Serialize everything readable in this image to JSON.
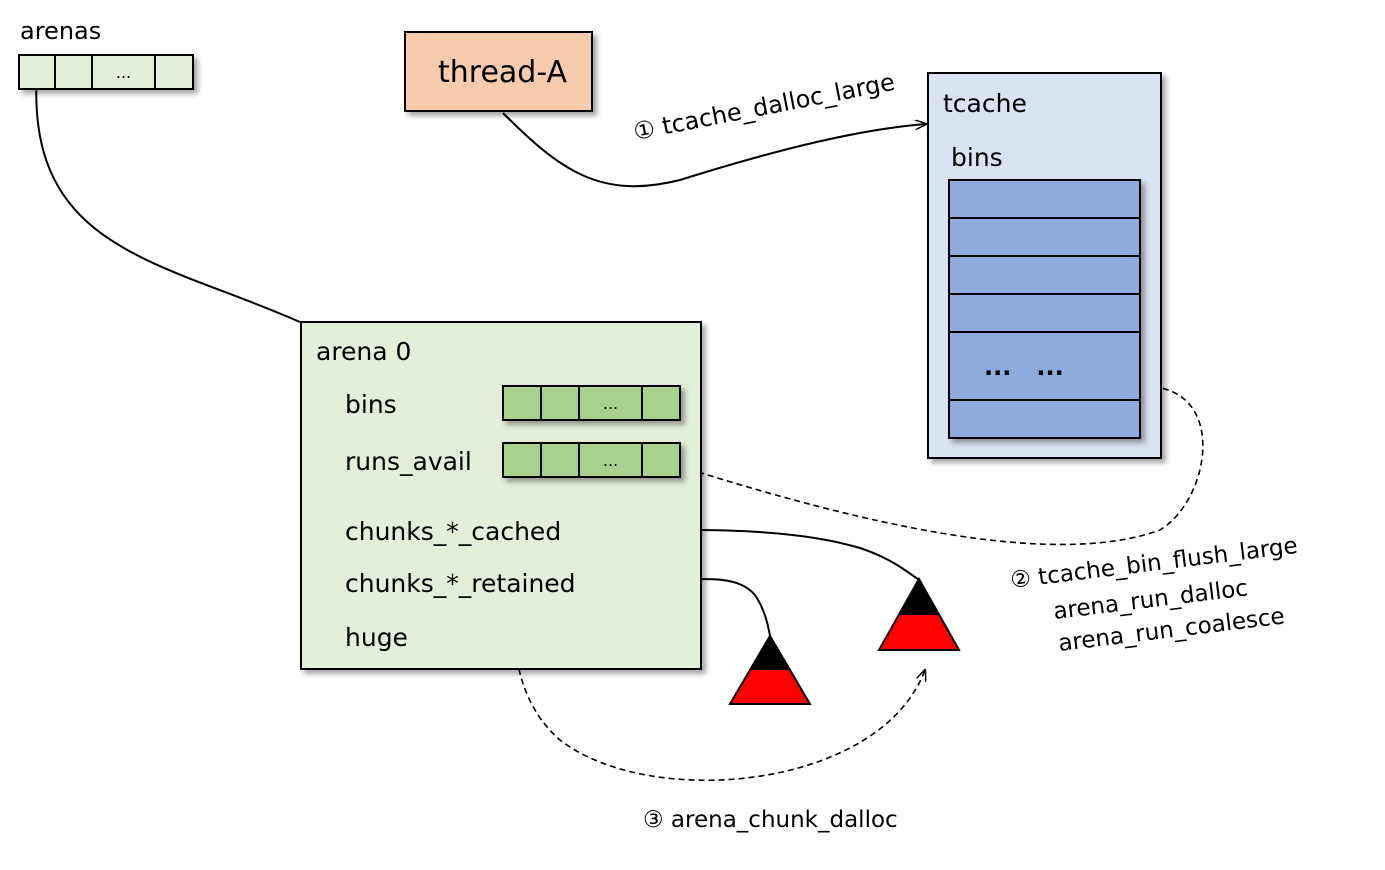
{
  "colors": {
    "light_green": "#e2efd9",
    "mid_green": "#a9d18e",
    "peach": "#f8cbad",
    "light_blue": "#dae3f3",
    "bin_blue": "#8faadc",
    "red": "#ff0000",
    "black": "#000000"
  },
  "arenas": {
    "label": "arenas",
    "cells": [
      "",
      "",
      "...",
      ""
    ]
  },
  "thread": {
    "label": "thread-A"
  },
  "tcache": {
    "label": "tcache",
    "bins_label": "bins",
    "rows": [
      "",
      "",
      "",
      "",
      "...   ...",
      ""
    ]
  },
  "arena0": {
    "label": "arena 0",
    "fields": {
      "bins": "bins",
      "runs_avail": "runs_avail",
      "cached": "chunks_*_cached",
      "retained": "chunks_*_retained",
      "huge": "huge"
    },
    "bins_cells": [
      "",
      "",
      "...",
      ""
    ],
    "runs_avail_cells": [
      "",
      "",
      "...",
      ""
    ]
  },
  "steps": {
    "step1": "① tcache_dalloc_large",
    "step2_line1": "② tcache_bin_flush_large",
    "step2_line2": "arena_run_dalloc",
    "step2_line3": "arena_run_coalesce",
    "step3": "③ arena_chunk_dalloc"
  }
}
